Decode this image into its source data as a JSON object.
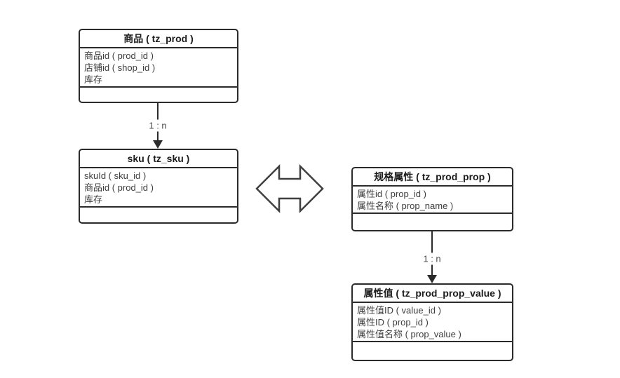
{
  "diagram": {
    "title": "product-sku-property er diagram",
    "background_color": "#ffffff",
    "line_color": "#2b2b2b",
    "field_text_color": "#3d3d3d",
    "big_arrow_stroke_color": "#3f3f3f",
    "tables": [
      {
        "name": "tz_prod",
        "title": "商品 ( tz_prod )",
        "fields": [
          "商品id ( prod_id )",
          "店铺id ( shop_id )",
          "库存"
        ]
      },
      {
        "name": "tz_sku",
        "title": "sku ( tz_sku )",
        "fields": [
          "skuId ( sku_id )",
          "商品id ( prod_id )",
          "库存"
        ]
      },
      {
        "name": "tz_prod_prop",
        "title": "规格属性 ( tz_prod_prop )",
        "fields": [
          "属性id ( prop_id )",
          "属性名称 ( prop_name )"
        ]
      },
      {
        "name": "tz_prod_prop_value",
        "title": "属性值 ( tz_prod_prop_value )",
        "fields": [
          "属性值ID ( value_id )",
          "属性ID ( prop_id )",
          "属性值名称 ( prop_value )"
        ]
      }
    ],
    "relations": [
      {
        "from": "tz_prod",
        "to": "tz_sku",
        "label": "1 : n"
      },
      {
        "from": "tz_prod_prop",
        "to": "tz_prod_prop_value",
        "label": "1 : n"
      }
    ],
    "icons": {
      "bidirectional_arrow": "hollow double-headed horizontal arrow linking sku group and property group"
    }
  }
}
